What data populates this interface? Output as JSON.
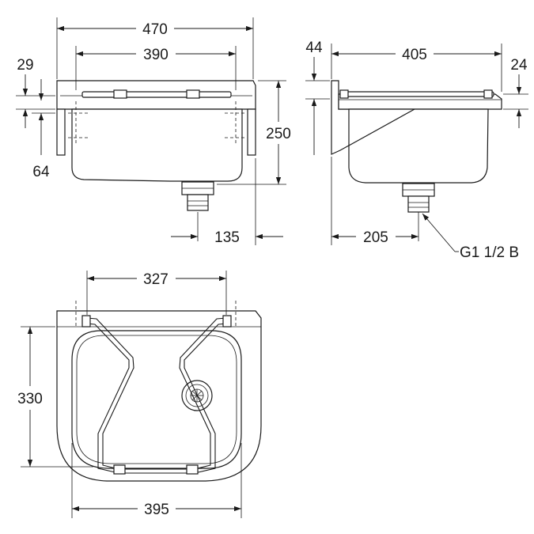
{
  "dimensions": {
    "overall_width": "470",
    "bracket_width": "390",
    "rim_height": "29",
    "bracket_drop": "64",
    "total_height": "250",
    "drain_offset_front": "135",
    "back_rim_height": "44",
    "side_depth": "405",
    "front_rim_height": "24",
    "drain_offset_side": "205",
    "drain_thread": "G1 1/2 B",
    "rod_spacing": "327",
    "plan_depth": "330",
    "plan_width": "395"
  }
}
